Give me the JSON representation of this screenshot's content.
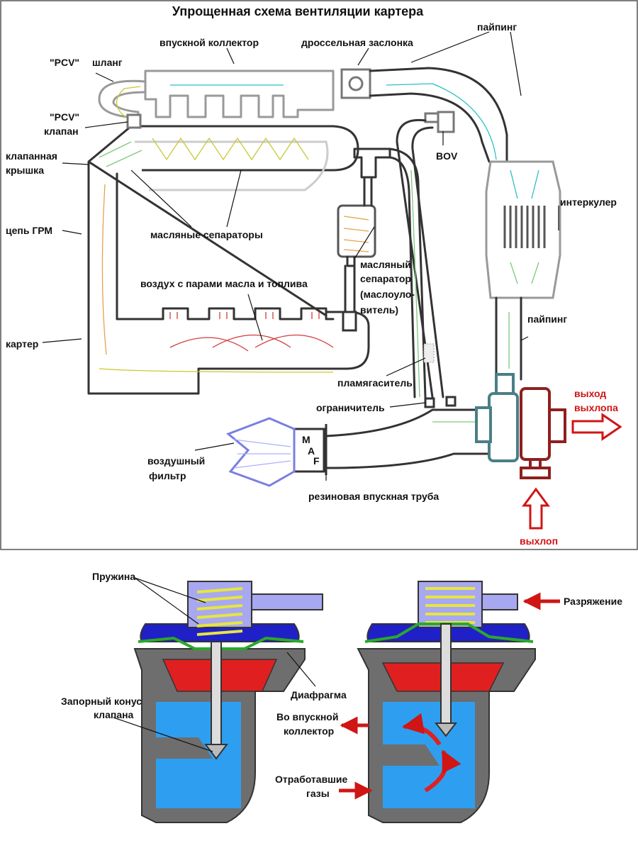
{
  "top": {
    "title": "Упрощенная схема вентиляции картера",
    "labels": {
      "intake_manifold": "впускной коллектор",
      "throttle": "дроссельная заслонка",
      "piping_top": "пайпинг",
      "pcv_hose_a": "\"PCV\"",
      "pcv_hose_b": "шланг",
      "pcv_valve_a": "\"PCV\"",
      "pcv_valve_b": "клапан",
      "valve_cover_a": "клапанная",
      "valve_cover_b": "крышка",
      "bov": "BOV",
      "intercooler": "интеркулер",
      "timing_chain": "цепь ГРМ",
      "oil_separators": "масляные сепараторы",
      "oil_separator_a": "масляный",
      "oil_separator_b": "сепаратор",
      "oil_separator_c": "(маслоуло-",
      "oil_separator_d": "витель)",
      "blowby": "воздух с парами масла и топлива",
      "piping_bottom": "пайпинг",
      "crankcase": "картер",
      "flame_arrestor": "пламягаситель",
      "exhaust_out_a": "выход",
      "exhaust_out_b": "выхлопа",
      "restrictor": "ограничитель",
      "maf_m": "M",
      "maf_a": "A",
      "maf_f": "F",
      "air_filter_a": "воздушный",
      "air_filter_b": "фильтр",
      "rubber_pipe": "резиновая впускная труба",
      "exhaust_in": "выхлоп"
    }
  },
  "bottom": {
    "labels": {
      "spring": "Пружина",
      "vacuum": "Разряжение",
      "diaphragm": "Диафрагма",
      "cone_a": "Запорный конус",
      "cone_b": "клапана",
      "to_intake_a": "Во впускной",
      "to_intake_b": "коллектор",
      "exhaust_gas_a": "Отработавшие",
      "exhaust_gas_b": "газы"
    }
  },
  "colors": {
    "exhaust_red": "#d01515",
    "turbo_cold": "#4a7f86",
    "turbo_hot": "#8f1f1f",
    "filter_blue": "#7a7fe0",
    "valve_vacuum_blue": "#2020c8",
    "valve_gas_blue": "#2e9ff0",
    "valve_red": "#e02020",
    "spring_yellow": "#e6e640",
    "diaphragm_green": "#2aa82a",
    "housing_gray": "#6e6e6e"
  }
}
